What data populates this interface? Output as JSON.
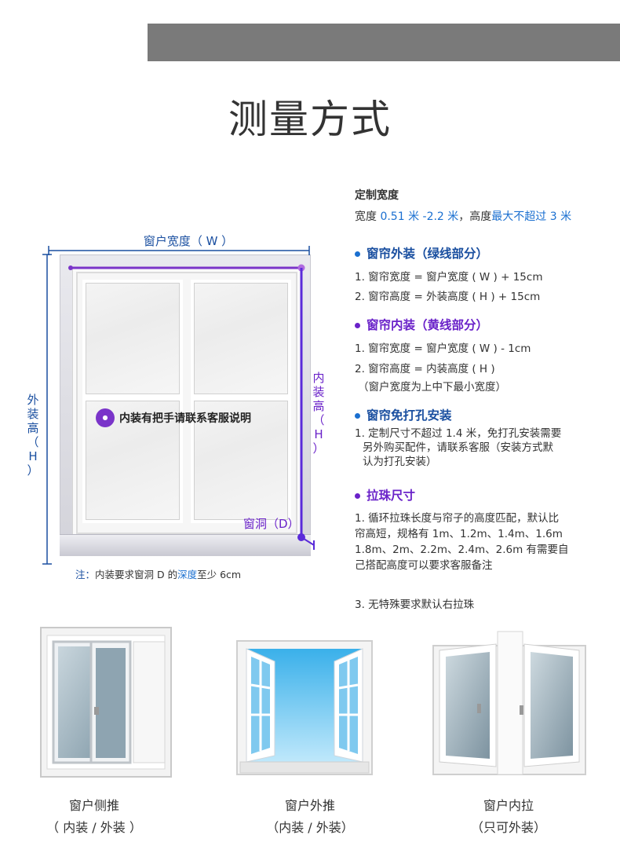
{
  "title": "测量方式",
  "diagram": {
    "width_label": "窗户宽度（ W ）",
    "outer_height_label": [
      "外",
      "装",
      "高",
      "（",
      "H",
      "）"
    ],
    "inner_height_label": [
      "内",
      "装",
      "高",
      "（",
      "H",
      "）"
    ],
    "recess_label": "窗洞（D）",
    "center_note": "内装有把手请联系客服说明",
    "note_prefix": "注：",
    "note_text_1": "内装要求窗洞 D 的",
    "note_depth": "深度",
    "note_text_2": "至少 6cm",
    "colors": {
      "blue": "#1a4fa0",
      "purple": "#6a22c9"
    }
  },
  "right": {
    "custom_title": "定制宽度",
    "spec_a": "宽度 ",
    "spec_b": "0.51 米 -2.2 米",
    "spec_c": "，高度",
    "spec_d": "最大不超过 3 米",
    "outer": {
      "title": "窗帘外装（绿线部分）",
      "lines": [
        "1. 窗帘宽度 = 窗户宽度 ( W ) + 15cm",
        "2. 窗帘高度 = 外装高度 ( H ) + 15cm"
      ]
    },
    "inner": {
      "title": "窗帘内装（黄线部分）",
      "lines": [
        "1. 窗帘宽度 = 窗户宽度 ( W ) - 1cm",
        "2. 窗帘高度 = 内装高度 ( H )",
        "（窗户宽度为上中下最小宽度）"
      ]
    },
    "nodrill": {
      "title": "窗帘免打孔安装",
      "lines": [
        "1. 定制尺寸不超过 1.4 米，免打孔安装需要",
        "另外购买配件，请联系客服（安装方式默",
        "认为打孔安装）"
      ]
    },
    "bead": {
      "title": "拉珠尺寸",
      "lines": [
        "1. 循环拉珠长度与帘子的高度匹配，默认比",
        "帘高短，规格有 1m、1.2m、1.4m、1.6m",
        "1.8m、2m、2.2m、2.4m、2.6m 有需要自",
        "己搭配高度可以要求客服备注"
      ],
      "extra": "3. 无特殊要求默认右拉珠"
    }
  },
  "windows": [
    {
      "name": "窗户侧推",
      "type": "（ 内装 / 外装 ）"
    },
    {
      "name": "窗户外推",
      "type": "（内装 / 外装）"
    },
    {
      "name": "窗户内拉",
      "type": "（只可外装）"
    }
  ]
}
